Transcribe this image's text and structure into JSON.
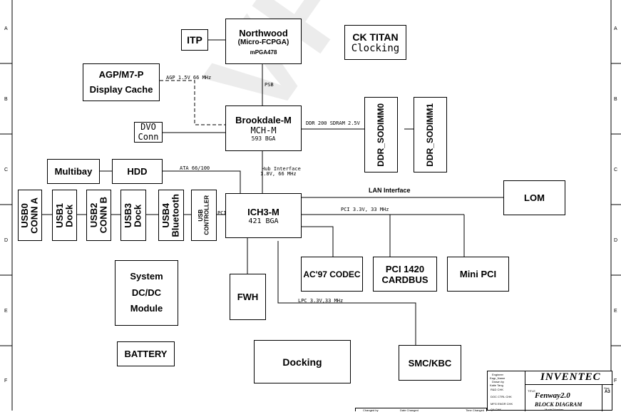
{
  "blocks": {
    "itp": "ITP",
    "northwood": {
      "l1": "Northwood",
      "l2": "(Micro-FCPGA)",
      "l3": "mPGA478"
    },
    "ck_titan": {
      "l1": "CK TITAN",
      "l2": "Clocking"
    },
    "agp": {
      "l1": "AGP/M7-P",
      "l2": "Display Cache"
    },
    "brookdale": {
      "l1": "Brookdale-M",
      "l2": "MCH-M",
      "l3": "593 BGA"
    },
    "dvo": {
      "l1": "DVO",
      "l2": "Conn"
    },
    "ddr0": "DDR_SODIMM0",
    "ddr1": "DDR_SODIMM1",
    "multibay": "Multibay",
    "hdd": "HDD",
    "usb0": {
      "l1": "USB0",
      "l2": "CONN A"
    },
    "usb1": {
      "l1": "USB1",
      "l2": "Dock"
    },
    "usb2": {
      "l1": "USB2",
      "l2": "CONN B"
    },
    "usb3": {
      "l1": "USB3",
      "l2": "Dock"
    },
    "usb4": {
      "l1": "USB4",
      "l2": "Bluetooth"
    },
    "usb_ctrl": {
      "l1": "USB",
      "l2": "CONTROLLER"
    },
    "ich3": {
      "l1": "ICH3-M",
      "l2": "421 BGA"
    },
    "lom": "LOM",
    "ac97": "AC'97 CODEC",
    "pci1420": {
      "l1": "PCI 1420",
      "l2": "CARDBUS"
    },
    "minipci": "Mini PCI",
    "system_dc": {
      "l1": "System",
      "l2": "DC/DC",
      "l3": "Module"
    },
    "fwh": "FWH",
    "battery": "BATTERY",
    "docking": "Docking",
    "smc": "SMC/KBC"
  },
  "labels": {
    "agp_bus": "AGP 1.5V 66 MHz",
    "psb": "PSB",
    "ddr_bus": "DDR 200 SDRAM 2.5V",
    "hub_if_1": "Hub Interface",
    "hub_if_2": "1.8V, 66 MHz",
    "ata": "ATA 66/100",
    "lan_if": "LAN Interface",
    "pci_bus": "PCI 3.3V, 33 MHz",
    "pci_short": "PCI",
    "lpc": "LPC 3.3V,33 MHz"
  },
  "watermark": "VF-CO-CC",
  "zones": {
    "left": [
      "A",
      "B",
      "C",
      "D",
      "E",
      "F"
    ],
    "right": [
      "A",
      "B",
      "C",
      "D",
      "E",
      "F"
    ]
  },
  "title_block": {
    "company": "INVENTEC",
    "title_caption": "TITLE",
    "project": "Fenway2.0",
    "doc": "BLOCK DIAGRAM",
    "size_caption": "Size",
    "size": "A3",
    "rows": [
      "Engineer",
      "Eagr_Name",
      "Drawn by",
      "Katie Tang",
      "R&D CHK",
      "DOC CTRL CHK",
      "MFG ENGR CHK",
      "QA CHK"
    ],
    "bottom": [
      "Changed by",
      "Date Changed",
      "Time Changed",
      "Model Number"
    ]
  }
}
